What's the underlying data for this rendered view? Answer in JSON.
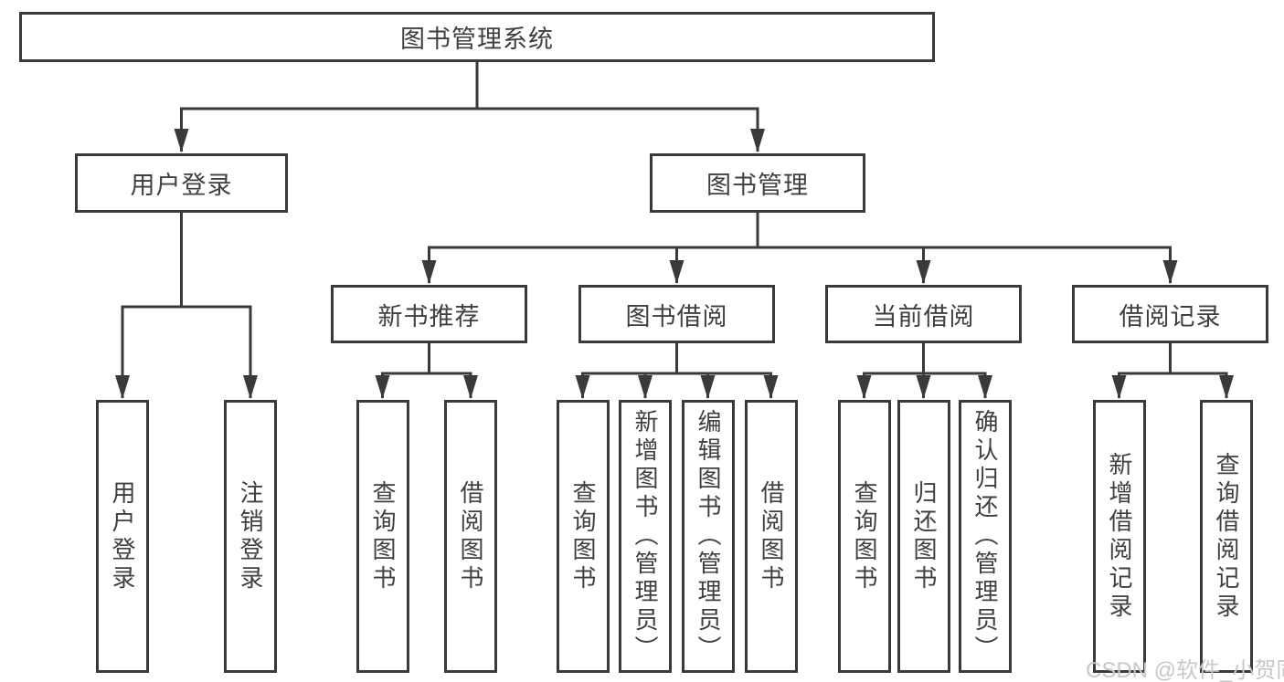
{
  "diagram": {
    "root": {
      "label": "图书管理系统"
    },
    "branches": [
      {
        "label": "用户登录",
        "children": [
          "用户登录",
          "注销登录"
        ]
      },
      {
        "label": "图书管理",
        "children": [
          {
            "label": "新书推荐",
            "children": [
              "查询图书",
              "借阅图书"
            ]
          },
          {
            "label": "图书借阅",
            "children": [
              "查询图书",
              "新增图书（管理员）",
              "编辑图书（管理员）",
              "借阅图书"
            ]
          },
          {
            "label": "当前借阅",
            "children": [
              "查询图书",
              "归还图书",
              "确认归还（管理员）"
            ]
          },
          {
            "label": "借阅记录",
            "children": [
              "新增借阅记录",
              "查询借阅记录"
            ]
          }
        ]
      }
    ],
    "colors": {
      "line": "#3a3a3a",
      "border": "#3a3a3a",
      "text": "#3f3f3f",
      "background": "#ffffff",
      "watermark": "#c8c8c8"
    }
  },
  "watermark": "CSDN @软件_小贺同学"
}
